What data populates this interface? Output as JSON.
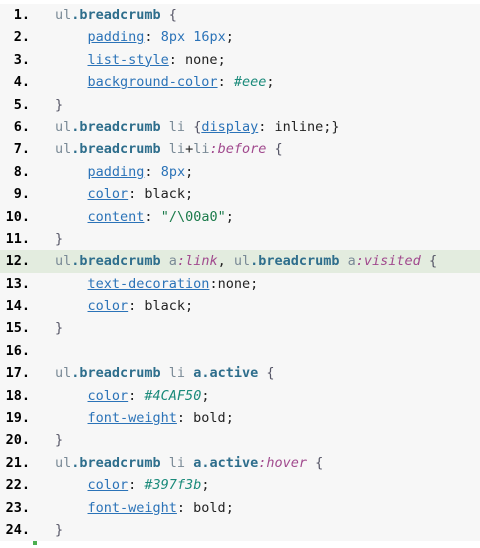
{
  "lines": [
    {
      "n": "1.",
      "hl": false,
      "tokens": [
        [
          "t-sel",
          "ul"
        ],
        [
          "t-kw",
          ".breadcrumb"
        ],
        [
          "t-pun",
          " {"
        ]
      ]
    },
    {
      "n": "2.",
      "hl": false,
      "tokens": [
        [
          "t-val",
          "    "
        ],
        [
          "t-prop",
          "padding"
        ],
        [
          "t-val",
          ": "
        ],
        [
          "t-num",
          "8px 16px"
        ],
        [
          "t-val",
          ";"
        ]
      ]
    },
    {
      "n": "3.",
      "hl": false,
      "tokens": [
        [
          "t-val",
          "    "
        ],
        [
          "t-prop",
          "list-style"
        ],
        [
          "t-val",
          ": none;"
        ]
      ]
    },
    {
      "n": "4.",
      "hl": false,
      "tokens": [
        [
          "t-val",
          "    "
        ],
        [
          "t-prop",
          "background-color"
        ],
        [
          "t-val",
          ": "
        ],
        [
          "t-col",
          "#eee"
        ],
        [
          "t-val",
          ";"
        ]
      ]
    },
    {
      "n": "5.",
      "hl": false,
      "tokens": [
        [
          "t-pun",
          "}"
        ]
      ]
    },
    {
      "n": "6.",
      "hl": false,
      "tokens": [
        [
          "t-sel",
          "ul"
        ],
        [
          "t-kw",
          ".breadcrumb"
        ],
        [
          "t-tag",
          " li "
        ],
        [
          "t-pun",
          "{"
        ],
        [
          "t-prop",
          "display"
        ],
        [
          "t-val",
          ": inline;}"
        ]
      ]
    },
    {
      "n": "7.",
      "hl": false,
      "tokens": [
        [
          "t-sel",
          "ul"
        ],
        [
          "t-kw",
          ".breadcrumb"
        ],
        [
          "t-tag",
          " li"
        ],
        [
          "t-val",
          "+"
        ],
        [
          "t-tag",
          "li"
        ],
        [
          "t-ps",
          ":before"
        ],
        [
          "t-pun",
          " {"
        ]
      ]
    },
    {
      "n": "8.",
      "hl": false,
      "tokens": [
        [
          "t-val",
          "    "
        ],
        [
          "t-prop",
          "padding"
        ],
        [
          "t-val",
          ": "
        ],
        [
          "t-num",
          "8px"
        ],
        [
          "t-val",
          ";"
        ]
      ]
    },
    {
      "n": "9.",
      "hl": false,
      "tokens": [
        [
          "t-val",
          "    "
        ],
        [
          "t-prop",
          "color"
        ],
        [
          "t-val",
          ": black;"
        ]
      ]
    },
    {
      "n": "10.",
      "hl": false,
      "tokens": [
        [
          "t-val",
          "    "
        ],
        [
          "t-prop",
          "content"
        ],
        [
          "t-val",
          ": "
        ],
        [
          "t-str",
          "\"/\\00a0\""
        ],
        [
          "t-val",
          ";"
        ]
      ]
    },
    {
      "n": "11.",
      "hl": false,
      "tokens": [
        [
          "t-pun",
          "}"
        ]
      ]
    },
    {
      "n": "12.",
      "hl": true,
      "tokens": [
        [
          "t-sel",
          "ul"
        ],
        [
          "t-kw",
          ".breadcrumb"
        ],
        [
          "t-tag",
          " a"
        ],
        [
          "t-ps",
          ":link"
        ],
        [
          "t-val",
          ", "
        ],
        [
          "t-sel",
          "ul"
        ],
        [
          "t-kw",
          ".breadcrumb"
        ],
        [
          "t-tag",
          " a"
        ],
        [
          "t-ps",
          ":visited"
        ],
        [
          "t-pun",
          " {"
        ]
      ]
    },
    {
      "n": "13.",
      "hl": false,
      "tokens": [
        [
          "t-val",
          "    "
        ],
        [
          "t-prop",
          "text-decoration"
        ],
        [
          "t-val",
          ":none;"
        ]
      ]
    },
    {
      "n": "14.",
      "hl": false,
      "tokens": [
        [
          "t-val",
          "    "
        ],
        [
          "t-prop",
          "color"
        ],
        [
          "t-val",
          ": black;"
        ]
      ]
    },
    {
      "n": "15.",
      "hl": false,
      "tokens": [
        [
          "t-pun",
          "}"
        ]
      ]
    },
    {
      "n": "16.",
      "hl": false,
      "tokens": []
    },
    {
      "n": "17.",
      "hl": false,
      "tokens": [
        [
          "t-sel",
          "ul"
        ],
        [
          "t-kw",
          ".breadcrumb"
        ],
        [
          "t-tag",
          " li "
        ],
        [
          "t-kw",
          "a.active"
        ],
        [
          "t-pun",
          " {"
        ]
      ]
    },
    {
      "n": "18.",
      "hl": false,
      "tokens": [
        [
          "t-val",
          "    "
        ],
        [
          "t-prop",
          "color"
        ],
        [
          "t-val",
          ": "
        ],
        [
          "t-col",
          "#4CAF50"
        ],
        [
          "t-val",
          ";"
        ]
      ]
    },
    {
      "n": "19.",
      "hl": false,
      "tokens": [
        [
          "t-val",
          "    "
        ],
        [
          "t-prop",
          "font-weight"
        ],
        [
          "t-val",
          ": bold;"
        ]
      ]
    },
    {
      "n": "20.",
      "hl": false,
      "tokens": [
        [
          "t-pun",
          "}"
        ]
      ]
    },
    {
      "n": "21.",
      "hl": false,
      "tokens": [
        [
          "t-sel",
          "ul"
        ],
        [
          "t-kw",
          ".breadcrumb"
        ],
        [
          "t-tag",
          " li "
        ],
        [
          "t-kw",
          "a.active"
        ],
        [
          "t-hov",
          ":hover"
        ],
        [
          "t-pun",
          " {"
        ]
      ]
    },
    {
      "n": "22.",
      "hl": false,
      "tokens": [
        [
          "t-val",
          "    "
        ],
        [
          "t-prop",
          "color"
        ],
        [
          "t-val",
          ": "
        ],
        [
          "t-col",
          "#397f3b"
        ],
        [
          "t-val",
          ";"
        ]
      ]
    },
    {
      "n": "23.",
      "hl": false,
      "tokens": [
        [
          "t-val",
          "    "
        ],
        [
          "t-prop",
          "font-weight"
        ],
        [
          "t-val",
          ": bold;"
        ]
      ]
    },
    {
      "n": "24.",
      "hl": false,
      "tokens": [
        [
          "t-pun",
          "}"
        ]
      ]
    }
  ],
  "colors": {
    "gutter_accent": "#4caf50",
    "line_bg": "#f7f7f7",
    "highlight_bg": "#e3ecdf"
  }
}
